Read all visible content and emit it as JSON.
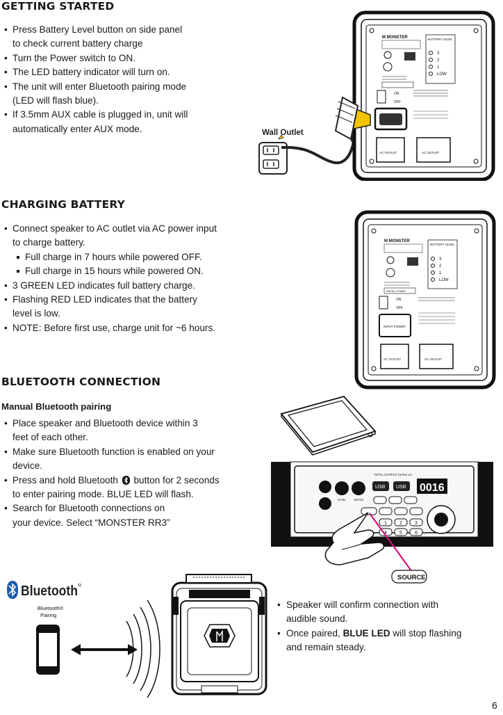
{
  "getting_started": {
    "title": "GETTING STARTED",
    "items": [
      [
        "Press Battery Level button on side panel",
        "to check current battery charge"
      ],
      [
        "Turn the Power switch to ON."
      ],
      [
        "The LED battery indicator will turn on."
      ],
      [
        "The unit will enter Bluetooth pairing mode",
        "(LED will flash blue)."
      ],
      [
        "If 3.5mm AUX cable is plugged in, unit will",
        "automatically enter AUX mode."
      ]
    ],
    "wall_outlet_label": "Wall Outlet"
  },
  "charging_battery": {
    "title": "CHARGING BATTERY",
    "items": [
      [
        "Connect speaker to AC outlet via AC power input",
        "to charge battery."
      ],
      [
        "3 GREEN LED indicates full battery charge."
      ],
      [
        "Flashing RED LED indicates that the battery",
        "level is low."
      ],
      [
        "NOTE: Before first use, charge unit for ~6 hours."
      ]
    ],
    "subitems": [
      "Full charge in 7 hours while powered OFF.",
      "Full charge in 15 hours while powered ON."
    ]
  },
  "bluetooth_connection": {
    "title": "BLUETOOTH CONNECTION",
    "subtitle": "Manual Bluetooth pairing",
    "item1": [
      "Place speaker and Bluetooth device within 3",
      "feet of each other."
    ],
    "item2": [
      "Make sure Bluetooth function is enabled on your",
      "device."
    ],
    "item3_before": "Press and hold Bluetooth",
    "item3_after": "button for 2 seconds",
    "item3_line2": "to enter pairing mode. BLUE LED will flash.",
    "item4": [
      "Search for Bluetooth connections on",
      "your device. Select “MONSTER RR3”"
    ],
    "source_label": "SOURCE",
    "bt_logo_text": "Bluetooth",
    "bt_pairing_line1": "Bluetooth®",
    "bt_pairing_line2": "Pairing",
    "confirm_text": [
      "Speaker will confirm connection with",
      "audible sound."
    ],
    "paired_before": "Once paired, ",
    "paired_bold": "BLUE LED",
    "paired_after": " will stop flashing",
    "paired_line2": "and remain steady."
  },
  "panel": {
    "battery_level": "BATTERY LEVEL",
    "led_labels": [
      "3",
      "2",
      "1",
      "LOW"
    ],
    "brand": "M MONSTER",
    "on": "ON",
    "off": "OFF",
    "ac_outlet": "AC OUTLET",
    "input_power": "INPUT POWER",
    "install_power": "INSTALL POWER",
    "seg_display": "0016",
    "usb": [
      "USB",
      "USB"
    ],
    "total_output": "TOTAL OUTPUT (Vrms) 1A",
    "keypad": [
      "1",
      "2",
      "3",
      "4",
      "5",
      "6"
    ],
    "knob_labels": [
      "GAIN",
      "ECHO"
    ]
  },
  "page_number": "6"
}
